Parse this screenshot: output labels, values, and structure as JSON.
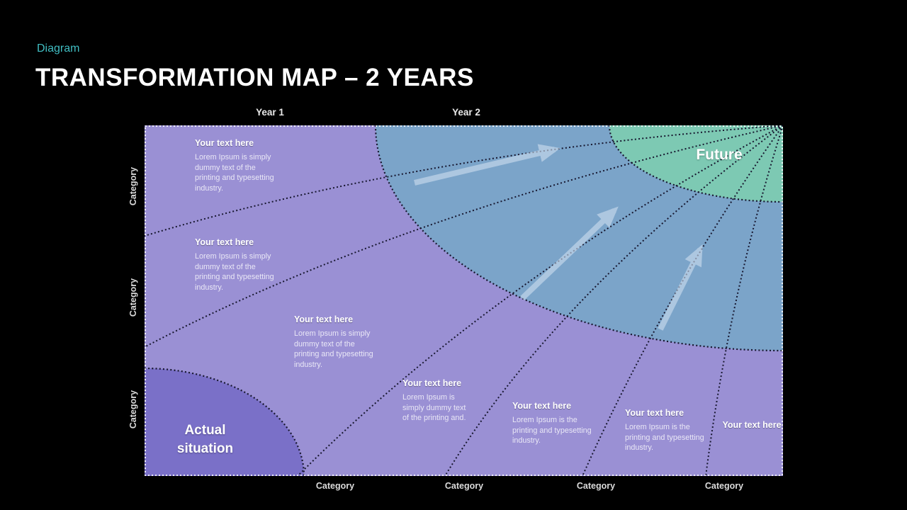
{
  "header": {
    "eyebrow": "Diagram",
    "title": "TRANSFORMATION MAP – 2 YEARS"
  },
  "axes": {
    "years": [
      "Year 1",
      "Year 2"
    ],
    "left_categories": [
      "Category",
      "Category",
      "Category"
    ],
    "bottom_categories": [
      "Category",
      "Category",
      "Category",
      "Category"
    ]
  },
  "map": {
    "future_label": "Future",
    "actual_label": "Actual situation",
    "blocks": [
      {
        "heading": "Your text here",
        "body": "Lorem Ipsum is simply dummy text of the printing and typesetting industry."
      },
      {
        "heading": "Your text here",
        "body": "Lorem Ipsum is simply dummy text of the printing and typesetting industry."
      },
      {
        "heading": "Your text here",
        "body": "Lorem Ipsum is simply dummy text of the printing and typesetting industry."
      },
      {
        "heading": "Your text here",
        "body": "Lorem Ipsum is simply dummy text of the printing and."
      },
      {
        "heading": "Your text here",
        "body": "Lorem Ipsum is the printing and typesetting industry."
      },
      {
        "heading": "Your text here",
        "body": "Lorem Ipsum is the printing and typesetting industry."
      },
      {
        "heading": "Your text here",
        "body": ""
      }
    ]
  },
  "colors": {
    "background": "#000000",
    "accent_teal": "#40bdc2",
    "map_purple": "#9a90d4",
    "map_blue": "#7ba4c9",
    "map_teal": "#7dc9b3",
    "map_dark_purple": "#7a70c8",
    "dotted_line": "#17172f",
    "arrow": "#cfdff0",
    "text": "#ffffff"
  }
}
